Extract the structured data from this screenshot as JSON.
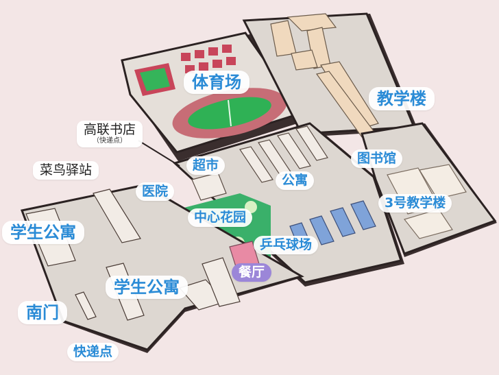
{
  "map": {
    "labels": {
      "stadium": "体育场",
      "teaching": "教学楼",
      "bookstore": "高联书店",
      "bookstore_sub": "（快递点）",
      "cainiao": "菜鸟驿站",
      "supermarket": "超市",
      "library": "图书馆",
      "hospital": "医院",
      "apartment_mid": "公寓",
      "teaching3": "3号教学楼",
      "student_apt_left": "学生公寓",
      "garden": "中心花园",
      "pingpong": "乒乓球场",
      "canteen": "餐厅",
      "student_apt_bottom": "学生公寓",
      "south_gate": "南门",
      "express": "快递点"
    },
    "colors": {
      "background": "#f3e6e6",
      "ground": "#d7d1cb",
      "track": "#c76d76",
      "field": "#2fb155",
      "label_text": "#2a8bd6",
      "canteen_label": "#9b86d8",
      "building_blue": "#7fa3d9",
      "building_beige": "#f0d9be"
    }
  }
}
